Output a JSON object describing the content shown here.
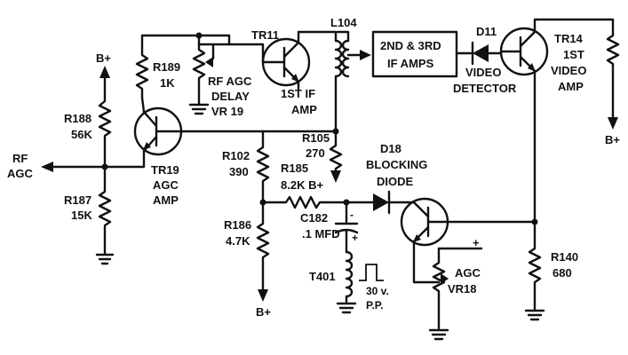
{
  "labels": {
    "b_plus_top_left": "B+",
    "r188_name": "R188",
    "r188_value": "56K",
    "rf_agc_line1": "RF",
    "rf_agc_line2": "AGC",
    "r187_name": "R187",
    "r187_value": "15K",
    "r189_name": "R189",
    "r189_value": "1K",
    "vr19_line1": "RF AGC",
    "vr19_line2": "DELAY",
    "vr19_line3": "VR 19",
    "tr19_line1": "TR19",
    "tr19_line2": "AGC",
    "tr19_line3": "AMP",
    "tr11_line1": "TR11",
    "tr11_line2": "1ST IF",
    "tr11_line3": "AMP",
    "l104": "L104",
    "if_amps_line1": "2ND & 3RD",
    "if_amps_line2": "IF AMPS",
    "d11": "D11",
    "video_detector_line1": "VIDEO",
    "video_detector_line2": "DETECTOR",
    "tr14_line1": "TR14",
    "tr14_line2": "1ST",
    "tr14_line3": "VIDEO",
    "tr14_line4": "AMP",
    "b_plus_right": "B+",
    "r102_name": "R102",
    "r102_value": "390",
    "r105_name": "R105",
    "r105_value": "270",
    "r185_name": "R185",
    "r185_value": "8.2K B+",
    "d18_line1": "D18",
    "d18_line2": "BLOCKING",
    "d18_line3": "DIODE",
    "r186_name": "R186",
    "r186_value": "4.7K",
    "c182_name": "C182",
    "c182_value": ".1 MFD",
    "t401": "T401",
    "pulse_line1": "30 v.",
    "pulse_line2": "P.P.",
    "b_plus_bottom": "B+",
    "agc_vr18_line1": "AGC",
    "agc_vr18_line2": "VR18",
    "r140_name": "R140",
    "r140_value": "680",
    "plus_sign": "+",
    "c182_minus": "-",
    "c182_plus": "+"
  },
  "colors": {
    "ink": "#111111",
    "paper": "#ffffff"
  }
}
